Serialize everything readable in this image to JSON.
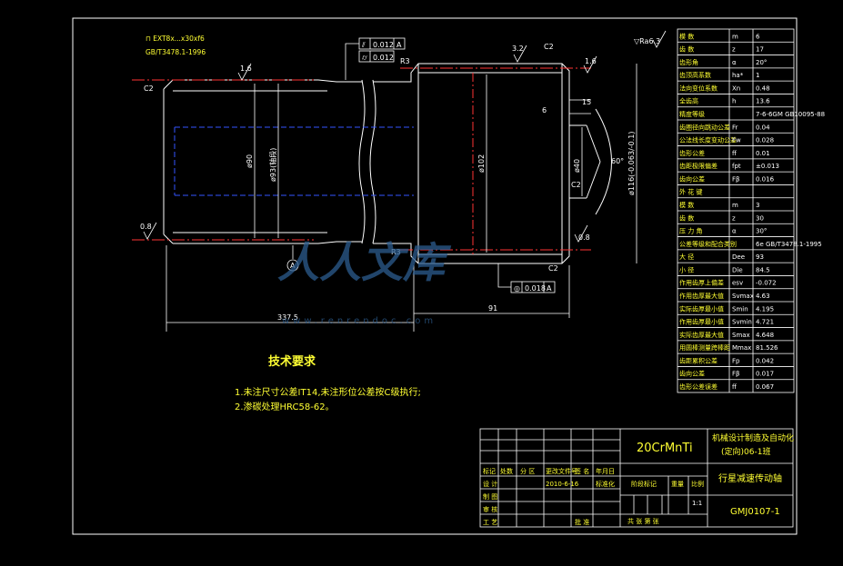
{
  "drawing": {
    "surface_note": "▽Ra6.3",
    "roughness_marks": [
      "1.6",
      "3.2",
      "1.6",
      "0.8",
      "0.8"
    ],
    "chamfers": [
      "C2",
      "C2",
      "C2",
      "C2"
    ],
    "rounds": [
      "R3",
      "R3"
    ],
    "angle": "60°",
    "dims": {
      "d90": "ø90",
      "d93": "ø93(轴段)",
      "d102": "ø102",
      "d40": "ø40",
      "d116": "ø116(-0.063/-0.1)",
      "len_total": "337.5",
      "len_91": "91",
      "len_6": "6",
      "len_15": "15"
    },
    "datum": "A",
    "gdt": [
      {
        "sym": "⫽",
        "tol": "0.012",
        "ref": "A"
      },
      {
        "sym": "⌭",
        "tol": "0.012",
        "ref": ""
      },
      {
        "sym": "◎",
        "tol": "0.018",
        "ref": "A"
      }
    ],
    "spline_note_1": "⊓ EXT8x...x30xf6",
    "spline_note_2": "GB/T3478.1-1996"
  },
  "tech": {
    "title": "技术要求",
    "line1": "1.未注尺寸公差IT14,未注形位公差按C级执行;",
    "line2": "2.渗碳处理HRC58-62。"
  },
  "params": [
    [
      "模  数",
      "m",
      "6"
    ],
    [
      "齿  数",
      "z",
      "17"
    ],
    [
      "齿形角",
      "α",
      "20°"
    ],
    [
      "齿顶高系数",
      "ha*",
      "1"
    ],
    [
      "法向变位系数",
      "Xn",
      "0.48"
    ],
    [
      "全齿高",
      "h",
      "13.6"
    ],
    [
      "精度等级",
      "",
      "7-6-6GM GB10095-88"
    ],
    [
      "齿圈径向跳动公差",
      "Fr",
      "0.04"
    ],
    [
      "公法线长度变动公差",
      "Fw",
      "0.028"
    ],
    [
      "齿形公差",
      "ff",
      "0.01"
    ],
    [
      "齿距极限偏差",
      "fpt",
      "±0.013"
    ],
    [
      "齿向公差",
      "Fβ",
      "0.016"
    ],
    [
      "外  花  键",
      "",
      ""
    ],
    [
      "模  数",
      "m",
      "3"
    ],
    [
      "齿  数",
      "z",
      "30"
    ],
    [
      "压 力 角",
      "α",
      "30°"
    ],
    [
      "公差等级和配合类别",
      "",
      "6e GB/T3478.1-1995"
    ],
    [
      "大  径",
      "Dee",
      "93"
    ],
    [
      "小  径",
      "Die",
      "84.5"
    ],
    [
      "作用齿厚上偏差",
      "esv",
      "-0.072"
    ],
    [
      "作用齿厚最大值",
      "Svmax",
      "4.63"
    ],
    [
      "实际齿厚最小值",
      "Smin",
      "4.195"
    ],
    [
      "作用齿厚最小值",
      "Svmin",
      "4.721"
    ],
    [
      "实际齿厚最大值",
      "Smax",
      "4.648"
    ],
    [
      "用圆棒测量跨棒距",
      "Mmax",
      "81.526"
    ],
    [
      "齿距累积公差",
      "Fp",
      "0.042"
    ],
    [
      "齿向公差",
      "Fβ",
      "0.017"
    ],
    [
      "齿形公差误差",
      "ff",
      "0.067"
    ]
  ],
  "title_block": {
    "material": "20CrMnTi",
    "school": "机械设计制造及自动化",
    "class": "(定向)06-1班",
    "part": "行星减速传动轴",
    "drawing_no": "GMJ0107-1",
    "scale": "1:1",
    "h_mark": "标记",
    "h_count": "处数",
    "h_zone": "分 区",
    "h_doc": "更改文件号",
    "h_sign": "签 名",
    "h_date": "年月日",
    "r_design": "设 计",
    "r_std": "标准化",
    "r_draw": "制 图",
    "r_check": "审 核",
    "r_proc": "工 艺",
    "r_approve": "批 准",
    "design_date": "2010-6-16",
    "stage": "阶段标记",
    "weight": "重量",
    "ratio_label": "比例",
    "sheets": "共    张    第    张"
  },
  "watermark": {
    "big": "人人文库",
    "url": "www.renrendoc.com"
  }
}
